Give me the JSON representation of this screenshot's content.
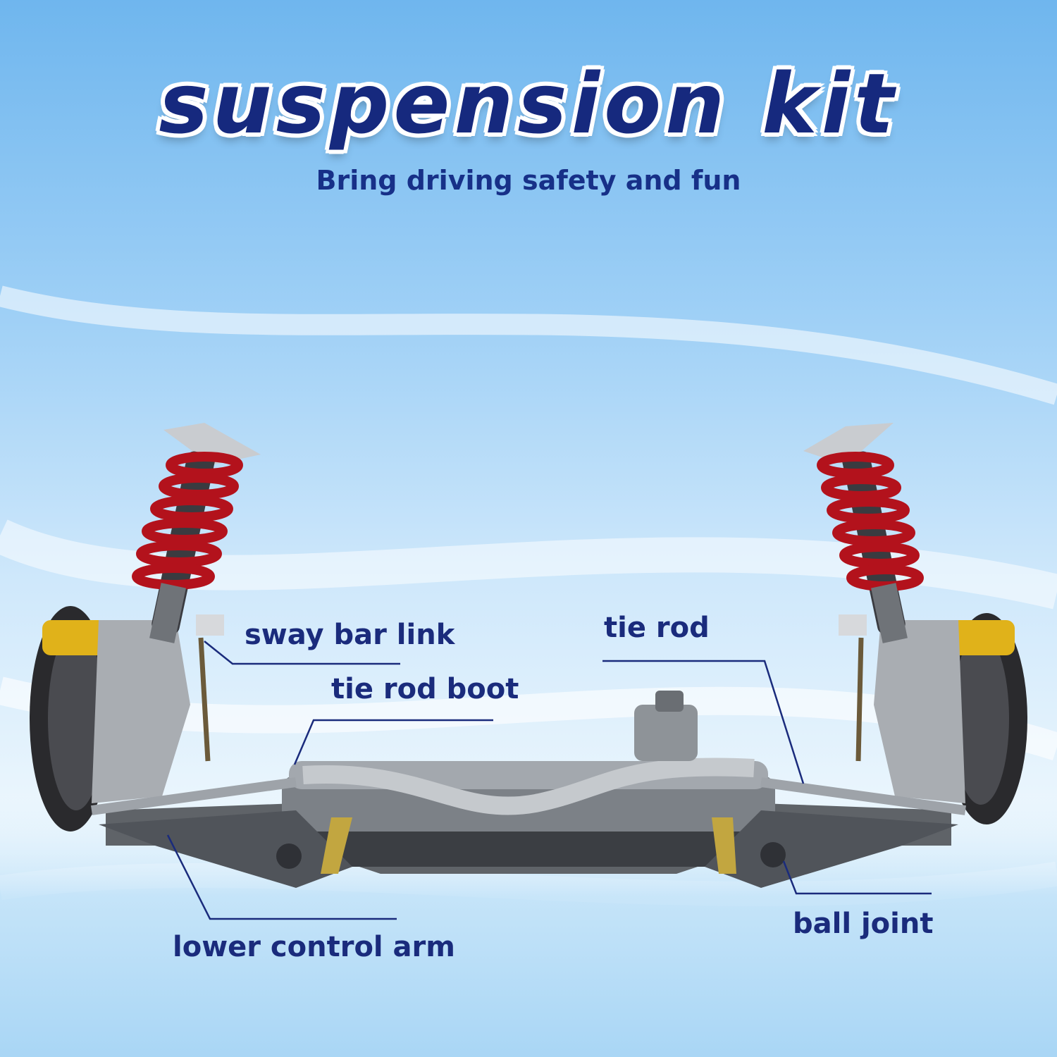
{
  "title": "suspension kit",
  "subtitle": "Bring driving safety and fun",
  "callouts": {
    "sway_bar_link": "sway bar link",
    "tie_rod": "tie rod",
    "tie_rod_boot": "tie rod boot",
    "lower_control_arm": "lower control arm",
    "ball_joint": "ball joint"
  },
  "colors": {
    "title": "#16297e",
    "label": "#1a2b7c",
    "leader_line": "#1a2b7c",
    "spring": "#b3121c",
    "caliper": "#e0b21a",
    "metal": "#8e9398"
  }
}
